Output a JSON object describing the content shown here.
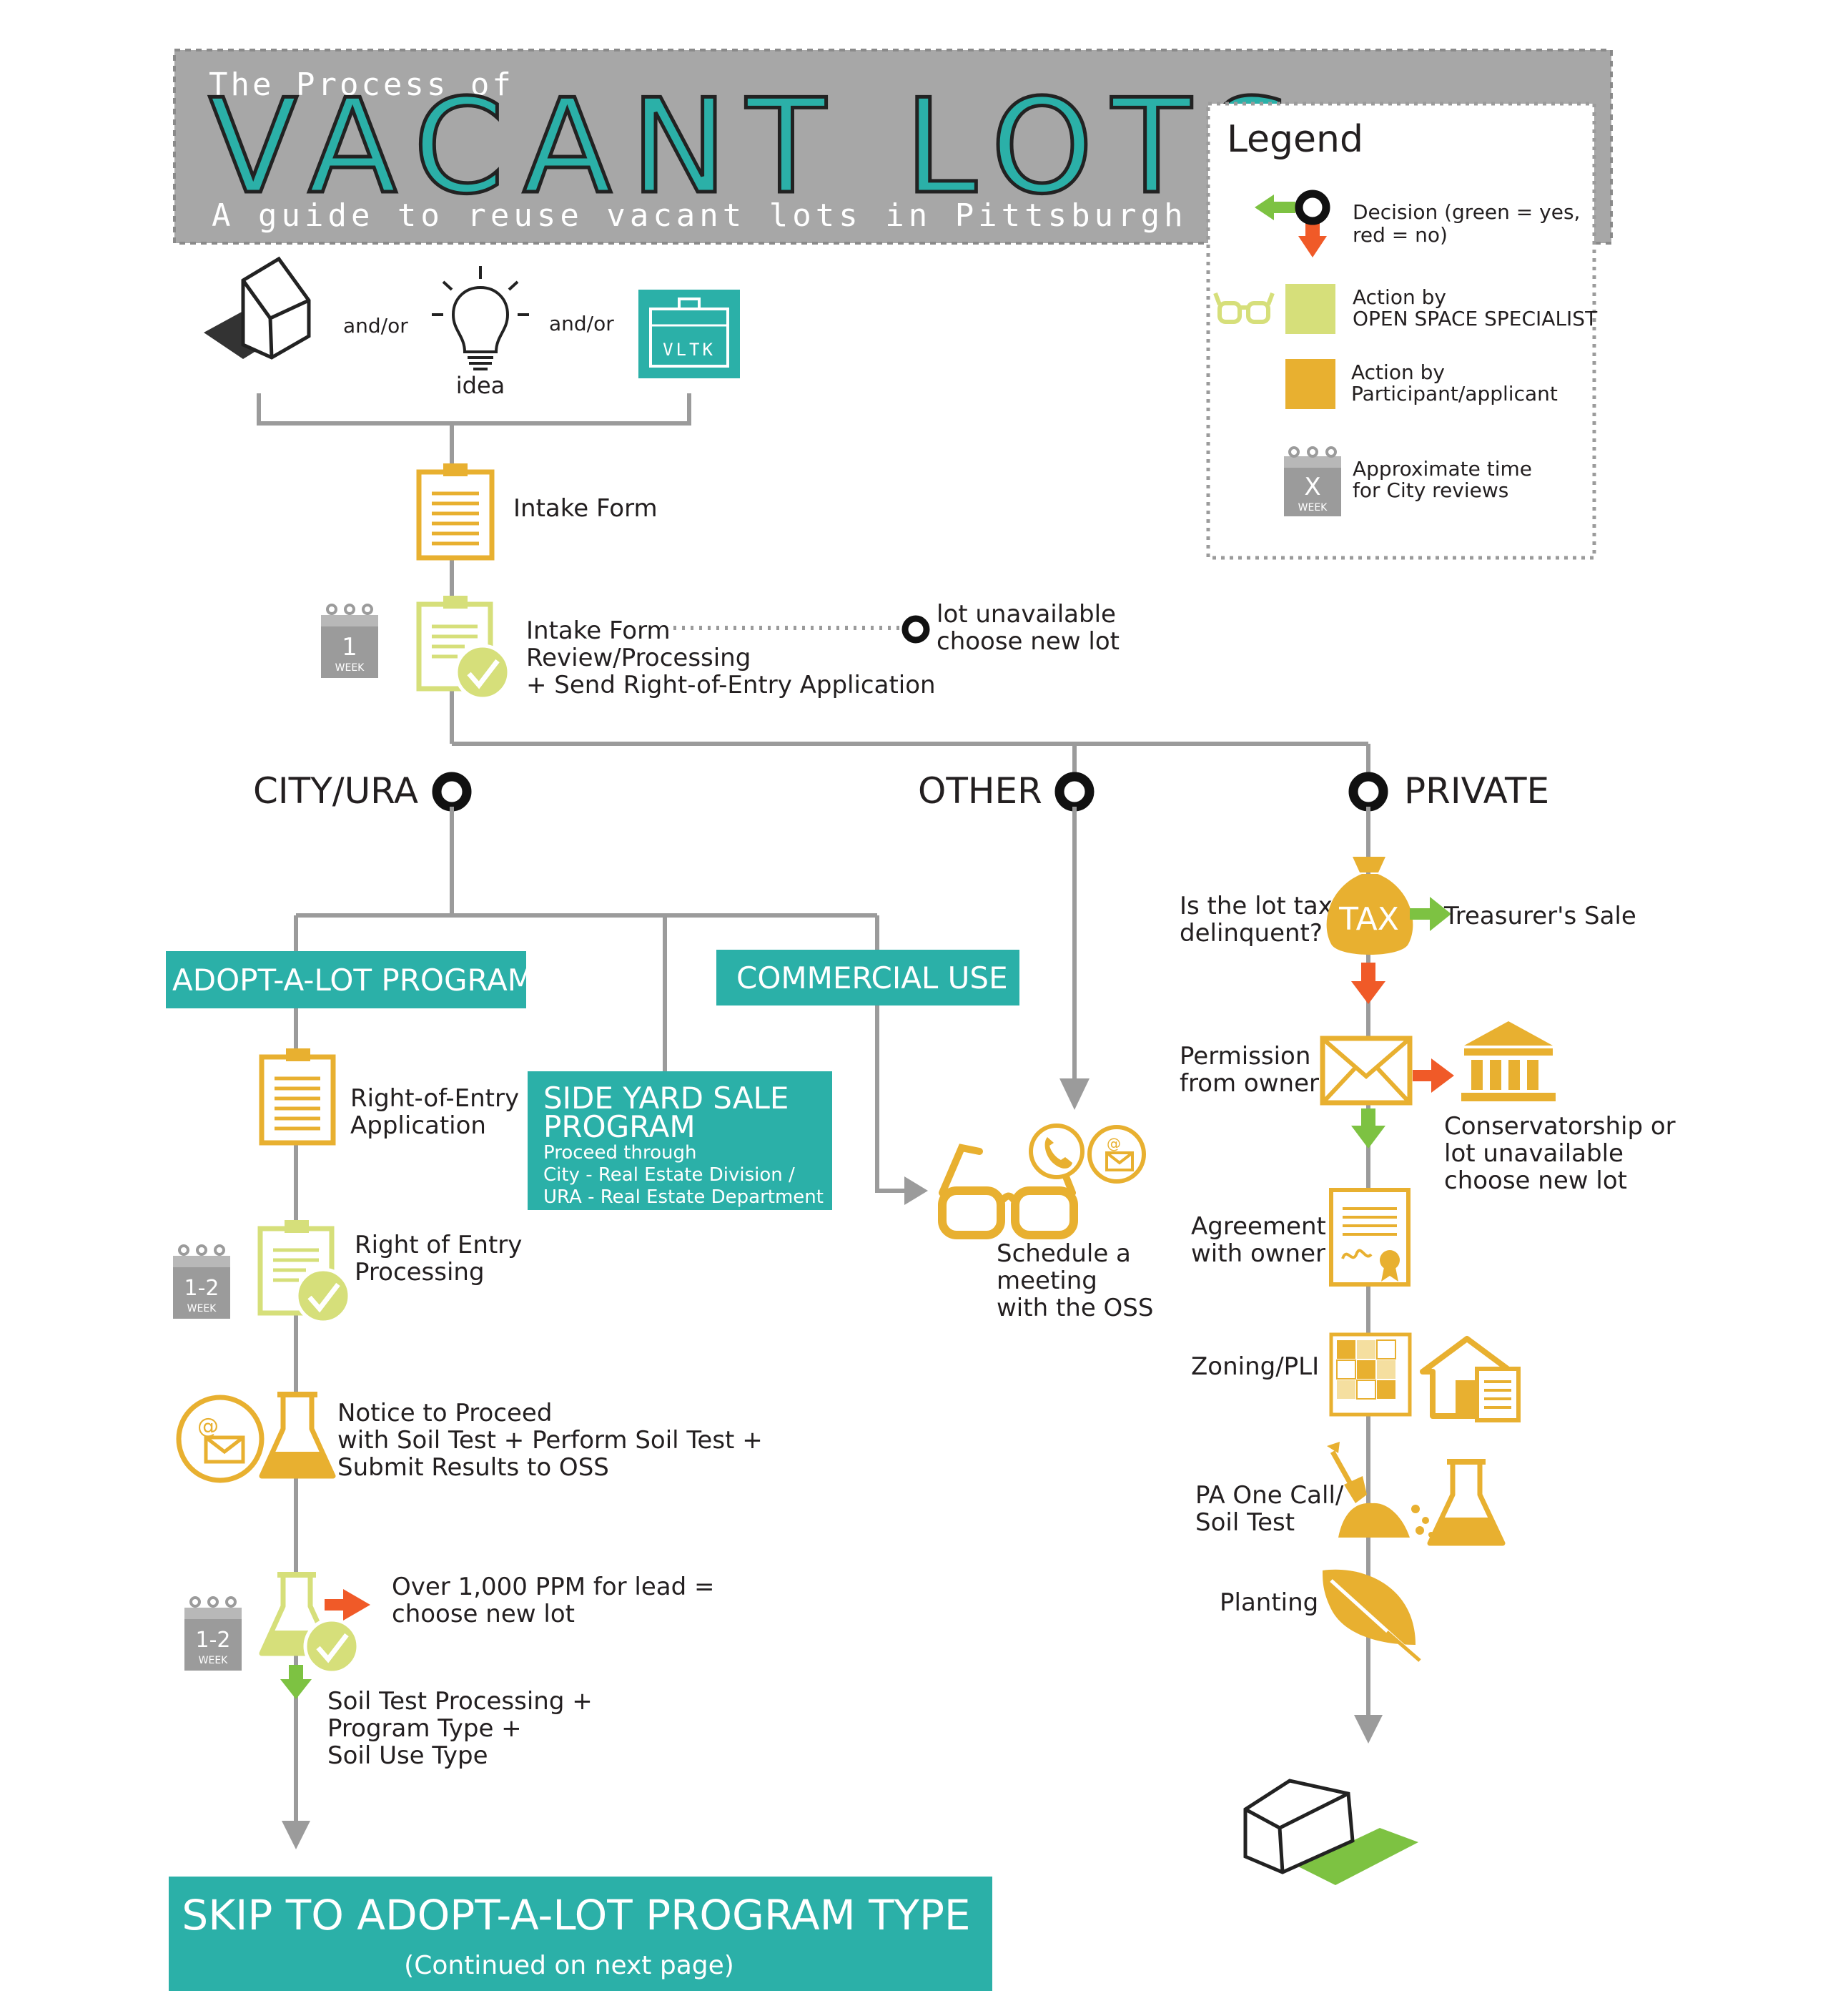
{
  "header": {
    "pre_title": "The Process of",
    "title": "VACANT LOTS",
    "subtitle": "A guide to reuse vacant lots in Pittsburgh"
  },
  "legend": {
    "title": "Legend",
    "decision": [
      "Decision (green = yes,",
      "red = no)"
    ],
    "oss": [
      "Action by",
      "OPEN SPACE SPECIALIST"
    ],
    "participant": [
      "Action by",
      "Participant/applicant"
    ],
    "time": [
      "Approximate time",
      "for City reviews"
    ],
    "time_icon_value": "X",
    "time_icon_unit": "WEEK"
  },
  "start": {
    "and_or_1": "and/or",
    "and_or_2": "and/or",
    "idea": "idea",
    "toolkit": "VLTK"
  },
  "steps": {
    "intake_form": "Intake Form",
    "intake_review": [
      "Intake Form",
      "Review/Processing",
      "+ Send Right-of-Entry Application"
    ],
    "intake_review_time": "1",
    "lot_unavailable": [
      "lot unavailable",
      "choose new lot"
    ]
  },
  "branches": {
    "city": "CITY/URA",
    "other": "OTHER",
    "private": "PRIVATE"
  },
  "programs": {
    "adopt": "ADOPT-A-LOT PROGRAM",
    "commercial": "COMMERCIAL USE",
    "side_yard_title": [
      "SIDE YARD SALE",
      "PROGRAM"
    ],
    "side_yard_body": [
      "Proceed through",
      "City - Real Estate Division /",
      "URA -  Real Estate Department"
    ]
  },
  "city_steps": {
    "roe_app": [
      "Right-of-Entry",
      "Application"
    ],
    "roe_processing": [
      "Right of Entry",
      "Processing"
    ],
    "roe_time": "1-2",
    "notice": [
      "Notice to Proceed",
      "with Soil Test + Perform Soil Test +",
      "Submit Results to OSS"
    ],
    "soil_time": "1-2",
    "over_lead": [
      "Over 1,000 PPM for lead =",
      "choose new lot"
    ],
    "soil_processing": [
      "Soil Test Processing +",
      "Program Type +",
      "Soil Use Type"
    ]
  },
  "other_steps": {
    "schedule": [
      "Schedule a",
      "meeting",
      "with the OSS"
    ]
  },
  "private_steps": {
    "tax_question": [
      "Is the lot tax",
      "delinquent?"
    ],
    "tax_icon": "TAX",
    "treasurer": "Treasurer's Sale",
    "permission": [
      "Permission",
      "from owner"
    ],
    "conservatorship": [
      "Conservatorship or",
      "lot unavailable",
      "choose new lot"
    ],
    "agreement": [
      "Agreement",
      "with owner"
    ],
    "zoning": "Zoning/PLI",
    "pa_one_call": [
      "PA One Call/",
      "Soil Test"
    ],
    "planting": "Planting"
  },
  "footer": {
    "skip": "SKIP TO ADOPT-A-LOT PROGRAM TYPE",
    "continued": "(Continued on next page)"
  },
  "colors": {
    "teal": "#2bb0a8",
    "yellow": "#e8b030",
    "light_green": "#d6df7a",
    "green": "#7dc242",
    "red": "#f05a28",
    "gray": "#9b9b9b",
    "header_gray": "#a7a7a7"
  }
}
